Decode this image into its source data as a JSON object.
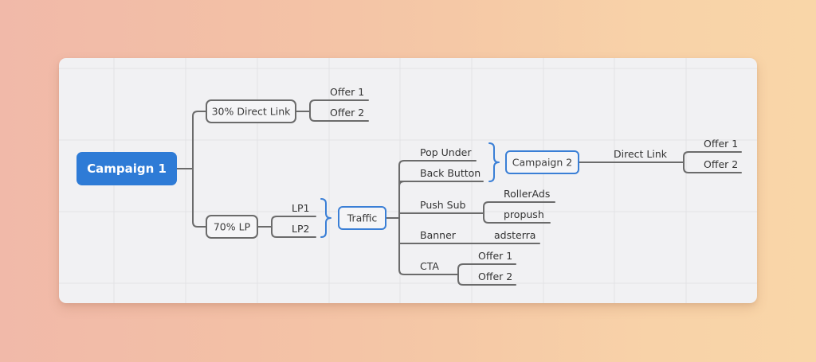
{
  "colors": {
    "background_left": "#f1b9a9",
    "background_right": "#f9d6a8",
    "canvas": "#f1f1f3",
    "root_fill": "#2e7bd6",
    "accent_blue": "#3a7fd6",
    "connector": "#6b6b6b"
  },
  "mindmap": {
    "root": {
      "label": "Campaign 1"
    },
    "direct_link_branch": {
      "label": "30% Direct Link",
      "children": [
        {
          "label": "Offer 1"
        },
        {
          "label": "Offer 2"
        }
      ]
    },
    "lp_branch": {
      "label": "70% LP",
      "children": [
        {
          "label": "LP1"
        },
        {
          "label": "LP2"
        }
      ]
    },
    "traffic": {
      "label": "Traffic",
      "sources": [
        {
          "label": "Pop Under"
        },
        {
          "label": "Back Button"
        },
        {
          "label": "Push Sub",
          "children": [
            {
              "label": "RollerAds"
            },
            {
              "label": "propush"
            }
          ]
        },
        {
          "label": "Banner",
          "children": [
            {
              "label": "adsterra"
            }
          ]
        },
        {
          "label": "CTA",
          "children": [
            {
              "label": "Offer 1"
            },
            {
              "label": "Offer 2"
            }
          ]
        }
      ]
    },
    "campaign2": {
      "label": "Campaign 2",
      "link_label": "Direct Link",
      "children": [
        {
          "label": "Offer 1"
        },
        {
          "label": "Offer 2"
        }
      ]
    }
  }
}
